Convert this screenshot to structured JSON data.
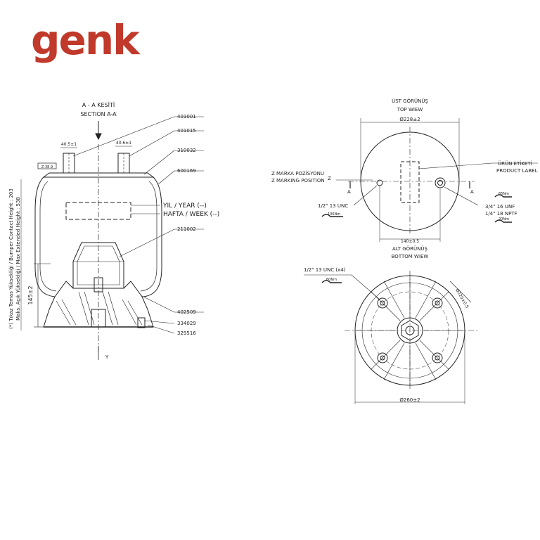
{
  "brand": {
    "logo_text": "genk",
    "color": "#c0392b"
  },
  "section": {
    "title": "A - A KESİTİ",
    "subtitle": "SECTION A-A",
    "vertical_note": "(*) Tıkaz Temas Yüksekliği / Bumper Contact Height : 203",
    "vertical_note2": "Maks. Açık Yüksekliği / Max Extended Height : 538",
    "dim_left": "145±2",
    "dim_top_left": "40.5±1",
    "dim_top_right": "40.6±1",
    "small_box": "Z-38.9",
    "axis_label": "Y",
    "date_year": "YIL / YEAR (--)",
    "date_week": "HAFTA / WEEK (--)",
    "parts": [
      "401001",
      "401015",
      "310032",
      "600169",
      "211002",
      "402509",
      "334029",
      "329516"
    ]
  },
  "top_view": {
    "title": "ÜST GÖRÜNÜŞ",
    "subtitle": "TOP WIEW",
    "diameter": "Ø228±2",
    "label_tr": "ÜRÜN ETİKETİ",
    "label_en": "PRODUCT LABEL",
    "z_mark_tr": "Z MARKA POZİSYONU",
    "z_mark_en": "Z MARKING POSITION",
    "z": "Z",
    "a_left": "A",
    "a_right": "A",
    "thread_left": "1/2\" 13 UNC",
    "torque_left": "106Nm",
    "torque_right": "65Nm",
    "thread_right_1": "3/4\" 16 UNF",
    "thread_right_2": "1/4\" 18 NPTF",
    "torque_right_2": "20Nm",
    "spacing": "140±0.5"
  },
  "bottom_view": {
    "title": "ALT GÖRÜNÜŞ",
    "subtitle": "BOTTOM WIEW",
    "thread": "1/2\" 13 UNC (x4)",
    "torque": "60Nm",
    "bolt_circle": "Ø220±0.5",
    "diameter": "Ø260±2"
  }
}
